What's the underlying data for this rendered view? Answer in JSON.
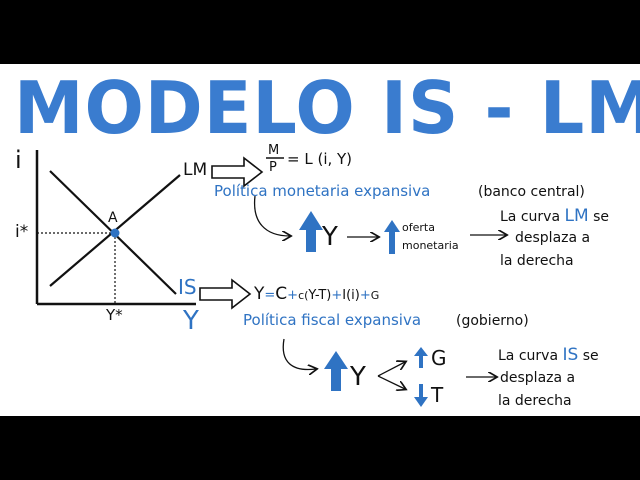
{
  "title": "MODELO IS - LM",
  "graph": {
    "y_axis_label": "i",
    "x_axis_label": "Y",
    "lm_label": "LM",
    "is_label": "IS",
    "point_label": "A",
    "i_star_label": "i*",
    "y_star_label": "Y*"
  },
  "lm_section": {
    "frac_num": "M",
    "frac_den": "P",
    "equation": "= L (i, Y)",
    "policy": "Política monetaria expansiva",
    "policy_note": "(banco central)",
    "output": "Y",
    "supply_line1": "oferta",
    "supply_line2": "monetaria",
    "result_line1_a": "La curva ",
    "result_line1_b": "LM",
    "result_line1_c": " se",
    "result_line2": "desplaza a",
    "result_line3": "la derecha"
  },
  "is_section": {
    "eq_y": "Y",
    "eq_eq": "=",
    "eq_c": "C",
    "eq_plus1": "+",
    "eq_c2": "c(",
    "eq_yt": "Y-T",
    "eq_paren": ")",
    "eq_plus2": "+",
    "eq_i": "I(i)",
    "eq_plus3": "+",
    "eq_g": "G",
    "policy": "Política fiscal expansiva",
    "policy_note": "(gobierno)",
    "output": "Y",
    "g_label": "G",
    "t_label": "T",
    "result_line1_a": "La curva ",
    "result_line1_b": "IS",
    "result_line1_c": " se",
    "result_line2": "desplaza a",
    "result_line3": "la derecha"
  },
  "colors": {
    "blue": "#2f73c3",
    "ink": "#111111",
    "frame": "#000000"
  }
}
